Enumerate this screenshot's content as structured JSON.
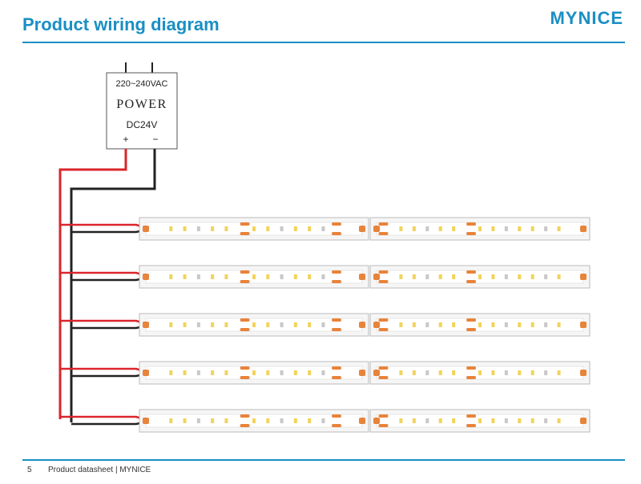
{
  "header": {
    "title": "Product wiring diagram",
    "brand": "MYNICE"
  },
  "power": {
    "input": "220~240VAC",
    "label": "POWER",
    "output": "DC24V",
    "plus": "+",
    "minus": "−"
  },
  "strips": {
    "rows": 5,
    "segments_per_row": 2
  },
  "colors": {
    "accent": "#1a8fc4",
    "positive_wire": "#d9262b",
    "negative_wire": "#222222",
    "pad": "#e8833a",
    "led": "#f3d35a"
  },
  "footer": {
    "page": "5",
    "text": "Product datasheet | MYNICE"
  }
}
